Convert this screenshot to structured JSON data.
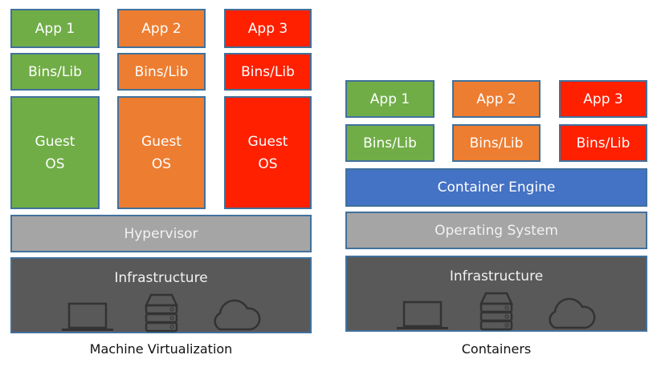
{
  "colors": {
    "app1": "#70ad47",
    "app2": "#ed7d31",
    "app3": "#ff2000",
    "hypervisor": "#a5a5a5",
    "engine": "#4472c4",
    "infra": "#595959"
  },
  "vm": {
    "caption": "Machine Virtualization",
    "apps": [
      "App 1",
      "App 2",
      "App 3"
    ],
    "bins": [
      "Bins/Lib",
      "Bins/Lib",
      "Bins/Lib"
    ],
    "guest_os": [
      "Guest\nOS",
      "Guest\nOS",
      "Guest\nOS"
    ],
    "hypervisor": "Hypervisor",
    "infrastructure": "Infrastructure",
    "icons": [
      "laptop-icon",
      "server-icon",
      "cloud-icon"
    ]
  },
  "containers": {
    "caption": "Containers",
    "apps": [
      "App 1",
      "App 2",
      "App 3"
    ],
    "bins": [
      "Bins/Lib",
      "Bins/Lib",
      "Bins/Lib"
    ],
    "engine": "Container Engine",
    "os": "Operating System",
    "infrastructure": "Infrastructure",
    "icons": [
      "laptop-icon",
      "server-icon",
      "cloud-icon"
    ]
  }
}
